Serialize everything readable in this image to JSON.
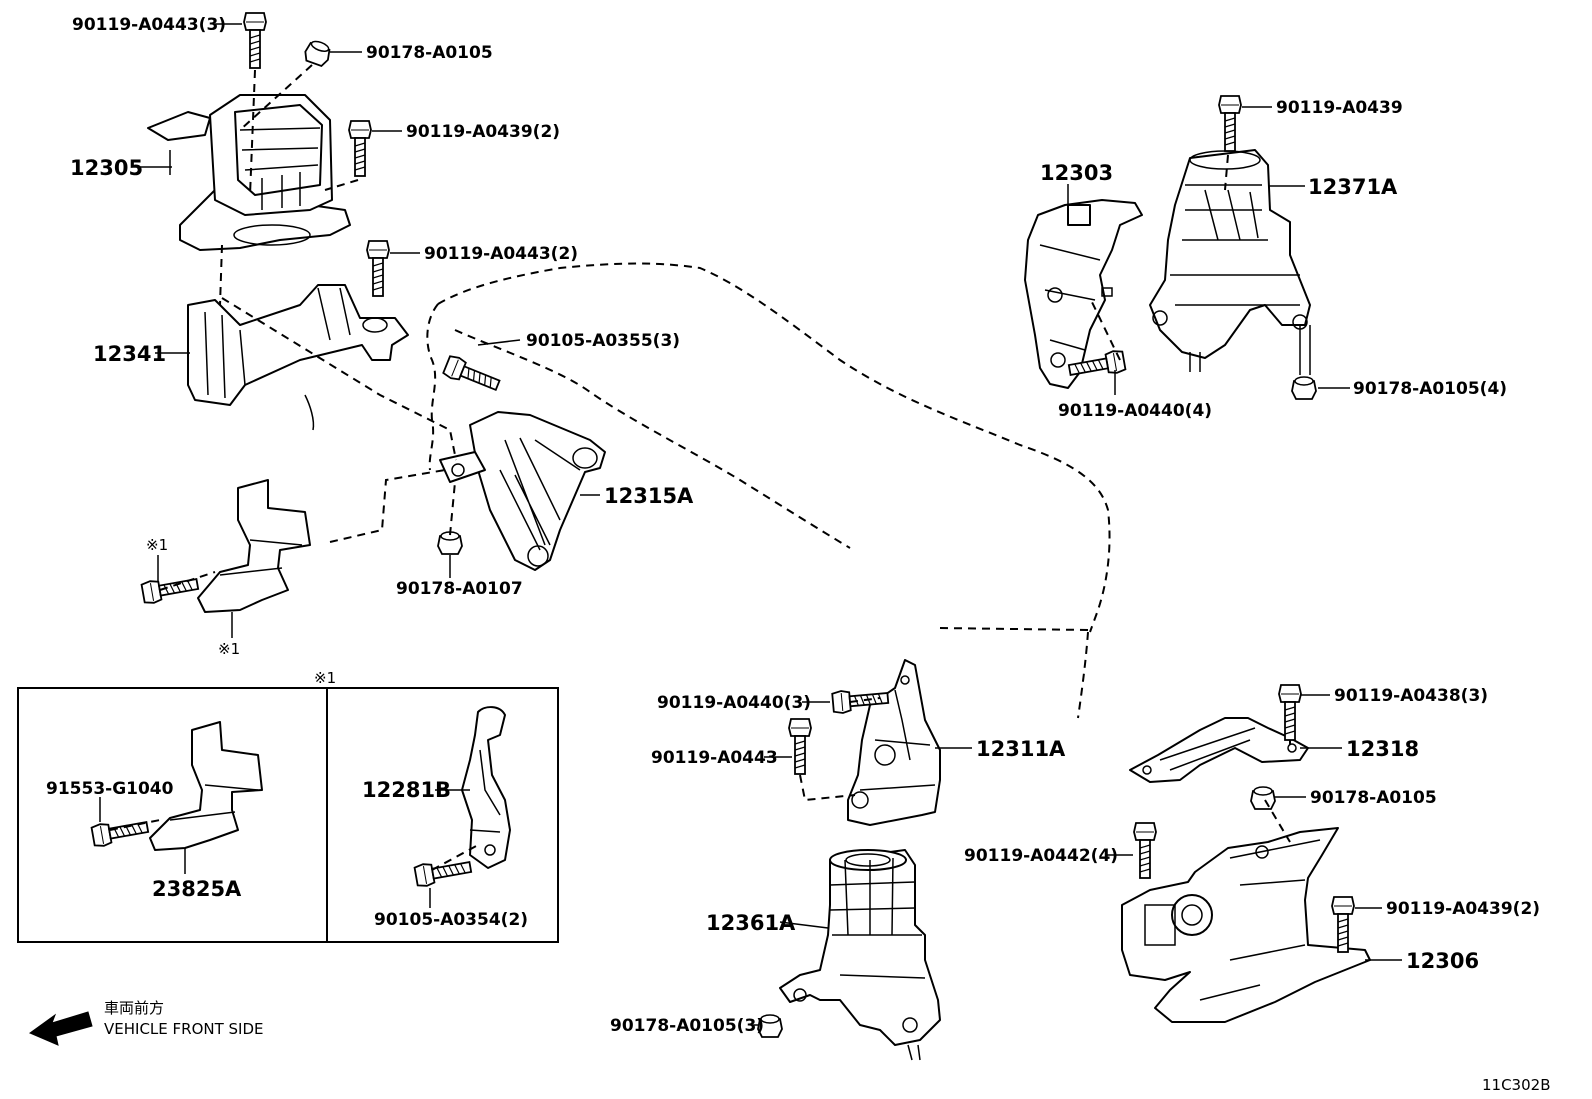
{
  "diagram_id": "11C302B",
  "footnote_mark": "※1",
  "direction": {
    "japanese": "車両前方",
    "english": "VEHICLE FRONT SIDE"
  },
  "parts": {
    "p_12305": "12305",
    "p_12341": "12341",
    "p_12315A": "12315A",
    "p_12303": "12303",
    "p_12371A": "12371A",
    "p_12311A": "12311A",
    "p_12361A": "12361A",
    "p_12318": "12318",
    "p_12306": "12306",
    "p_12281B": "12281B",
    "p_23825A": "23825A"
  },
  "fasteners": {
    "f_a0443_3": "90119-A0443(3)",
    "f_a0105_top": "90178-A0105",
    "f_a0439_2_top": "90119-A0439(2)",
    "f_a0443_2": "90119-A0443(2)",
    "f_a0355_3": "90105-A0355(3)",
    "f_a0107": "90178-A0107",
    "f_a0439": "90119-A0439",
    "f_a0105_4": "90178-A0105(4)",
    "f_a0440_4": "90119-A0440(4)",
    "f_a0440_3": "90119-A0440(3)",
    "f_a0443": "90119-A0443",
    "f_a0105_3": "90178-A0105(3)",
    "f_a0438_3": "90119-A0438(3)",
    "f_a0105_right": "90178-A0105",
    "f_a0442_4": "90119-A0442(4)",
    "f_a0439_2_right": "90119-A0439(2)",
    "f_g1040": "91553-G1040",
    "f_a0354_2": "90105-A0354(2)"
  }
}
